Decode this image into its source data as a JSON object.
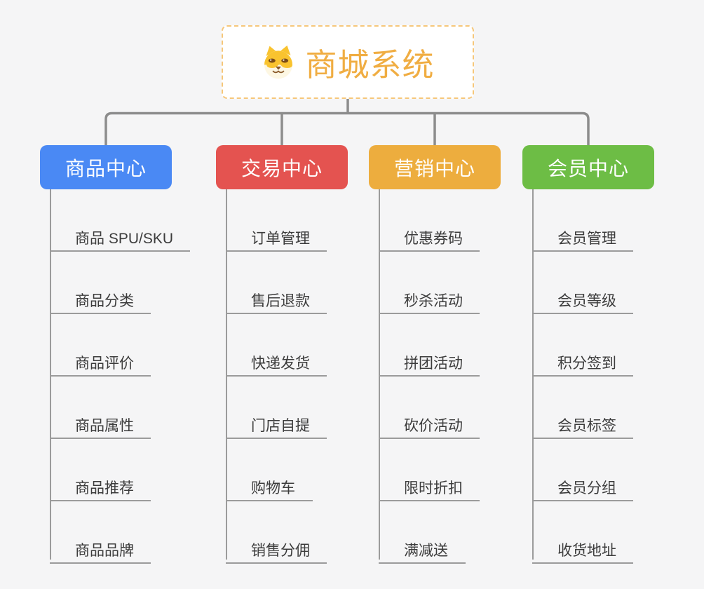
{
  "root": {
    "title": "商城系统",
    "icon": "dog-face-icon"
  },
  "branches": [
    {
      "label": "商品中心",
      "color": "#4a89f4",
      "children": [
        "商品 SPU/SKU",
        "商品分类",
        "商品评价",
        "商品属性",
        "商品推荐",
        "商品品牌"
      ]
    },
    {
      "label": "交易中心",
      "color": "#e45350",
      "children": [
        "订单管理",
        "售后退款",
        "快递发货",
        "门店自提",
        "购物车",
        "销售分佣"
      ]
    },
    {
      "label": "营销中心",
      "color": "#edad3e",
      "children": [
        "优惠券码",
        "秒杀活动",
        "拼团活动",
        "砍价活动",
        "限时折扣",
        "满减送"
      ]
    },
    {
      "label": "会员中心",
      "color": "#6dbd45",
      "children": [
        "会员管理",
        "会员等级",
        "积分签到",
        "会员标签",
        "会员分组",
        "收货地址"
      ]
    }
  ],
  "colors": {
    "background": "#f5f5f6",
    "connector_line": "#8c8c8c",
    "child_line": "#9b9b9b",
    "child_text": "#3c3c3c",
    "root_border": "#f6c77a",
    "root_text": "#f0ad42",
    "root_background": "#ffffff"
  }
}
